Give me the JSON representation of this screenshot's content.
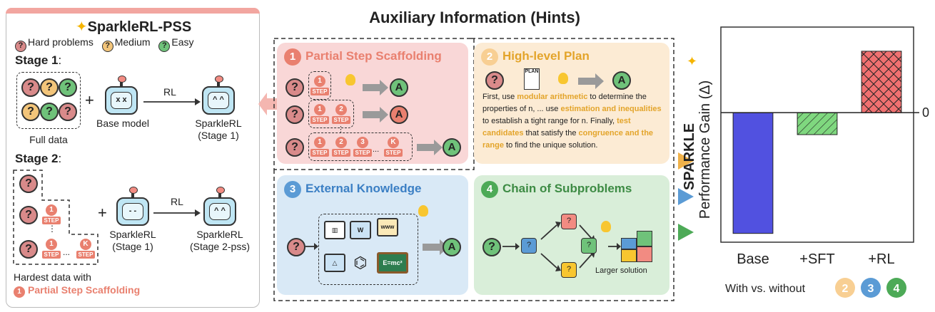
{
  "left_panel": {
    "title": "SparkleRL-PSS",
    "legend": {
      "hard": "Hard problems",
      "medium": "Medium",
      "easy": "Easy"
    },
    "stage1": {
      "heading": "Stage 1",
      "colon": ":",
      "full_data": "Full data",
      "plus": "+",
      "base_model": "Base model",
      "rl": "RL",
      "output_line1": "SparkleRL",
      "output_line2": "(Stage 1)"
    },
    "stage2": {
      "heading": "Stage 2",
      "colon": ":",
      "plus": "+",
      "input_line1": "SparkleRL",
      "input_line2": "(Stage 1)",
      "rl": "RL",
      "output_line1": "SparkleRL",
      "output_line2": "(Stage 2-pss)",
      "note": "Hardest data with",
      "link": "Partial Step Scaffolding",
      "step_k": "K",
      "step_1": "1",
      "step_label": "STEP",
      "ellipsis": "..."
    }
  },
  "middle": {
    "title": "Auxiliary Information (Hints)",
    "cards": [
      {
        "num": "1",
        "title": "Partial Step Scaffolding",
        "color": "#e9806f"
      },
      {
        "num": "2",
        "title": "High-level Plan",
        "color": "#f0b24a"
      },
      {
        "num": "3",
        "title": "External Knowledge",
        "color": "#5b9bd5"
      },
      {
        "num": "4",
        "title": "Chain of Subproblems",
        "color": "#4daa57"
      }
    ],
    "plan_text": {
      "p1": "First, use ",
      "h1": "modular arithmetic",
      "p2": " to determine the properties of n, ... use ",
      "h2": "estimation and inequalities",
      "p3": " to establish a tight range for n. Finally, ",
      "h3": "test candidates",
      "p4": " that satisfy the ",
      "h4": "congruence and the range",
      "p5": " to find the unique solution."
    },
    "plan_doc": "PLAN",
    "emc2": "E=mc²",
    "www": "www",
    "larger_solution": "Larger solution",
    "step_label": "STEP",
    "step_numbers": [
      "1",
      "2",
      "3",
      "K"
    ],
    "q_mark": "?",
    "a_mark": "A",
    "dots": "...",
    "vdots": "⋮"
  },
  "chart_data": {
    "type": "bar",
    "categories": [
      "Base",
      "+SFT",
      "+RL"
    ],
    "values": [
      -5.5,
      -1.0,
      2.8
    ],
    "colors": [
      "#5151e0",
      "#7fd87f",
      "#f07070"
    ],
    "patterns": [
      "solid",
      "diagonal-hatch",
      "cross-hatch"
    ],
    "ylabel": "Performance Gain (Δ)",
    "zero_label": "0",
    "ylim": [
      -5.9,
      3.9
    ],
    "side_label": "SPARKLE",
    "legend": {
      "text": "With vs. without",
      "badges": [
        "2",
        "3",
        "4"
      ]
    },
    "badge_colors": [
      "#f8cf93",
      "#5b9bd5",
      "#4daa57"
    ]
  }
}
